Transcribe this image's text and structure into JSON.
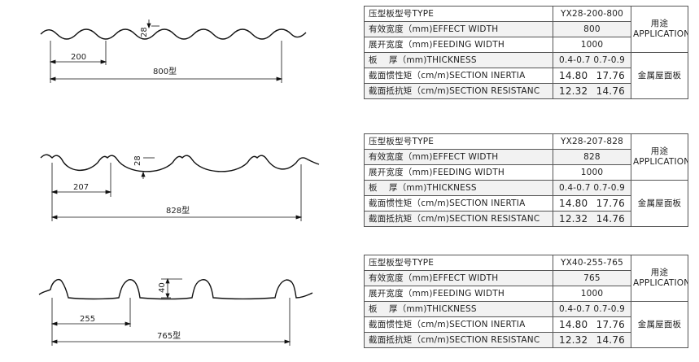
{
  "panels": [
    {
      "drawing": {
        "pitch_label": "200",
        "height_label": "28",
        "width_label": "800型"
      },
      "table": {
        "type_label": "压型板型号TYPE",
        "model": "YX28-200-800",
        "effect_width_label": "有效宽度（mm)EFFECT WIDTH",
        "effect_width": "800",
        "feeding_width_label": "展开宽度（mm)FEEDING WIDTH",
        "feeding_width": "1000",
        "thickness_label": "板　 厚（mm)THICKNESS",
        "thickness_a": "0.4-0.7",
        "thickness_b": "0.7-0.9",
        "inertia_label": "截面惯性矩（cm/m)SECTION INERTIA",
        "inertia_a": "14.80",
        "inertia_b": "17.76",
        "resist_label": "截面抵抗矩（cm/m)SECTION RESISTANC",
        "resist_a": "12.32",
        "resist_b": "14.76",
        "application_cn": "用途",
        "application_en": "APPLICATION",
        "application_value": "金属屋面板"
      }
    },
    {
      "drawing": {
        "pitch_label": "207",
        "height_label": "28",
        "width_label": "828型"
      },
      "table": {
        "type_label": "压型板型号TYPE",
        "model": "YX28-207-828",
        "effect_width_label": "有效宽度（mm)EFFECT WIDTH",
        "effect_width": "828",
        "feeding_width_label": "展开宽度（mm)FEEDING WIDTH",
        "feeding_width": "1000",
        "thickness_label": "板　 厚（mm)THICKNESS",
        "thickness_a": "0.4-0.7",
        "thickness_b": "0.7-0.9",
        "inertia_label": "截面惯性矩（cm/m)SECTION INERTIA",
        "inertia_a": "14.80",
        "inertia_b": "17.76",
        "resist_label": "截面抵抗矩（cm/m)SECTION RESISTANC",
        "resist_a": "12.32",
        "resist_b": "14.76",
        "application_cn": "用途",
        "application_en": "APPLICATION",
        "application_value": "金属屋面板"
      }
    },
    {
      "drawing": {
        "pitch_label": "255",
        "height_label": "40",
        "width_label": "765型"
      },
      "table": {
        "type_label": "压型板型号TYPE",
        "model": "YX40-255-765",
        "effect_width_label": "有效宽度（mm)EFFECT WIDTH",
        "effect_width": "765",
        "feeding_width_label": "展开宽度（mm)FEEDING WIDTH",
        "feeding_width": "1000",
        "thickness_label": "板　 厚（mm)THICKNESS",
        "thickness_a": "0.4-0.7",
        "thickness_b": "0.7-0.9",
        "inertia_label": "截面惯性矩（cm/m)SECTION INERTIA",
        "inertia_a": "14.80",
        "inertia_b": "17.76",
        "resist_label": "截面抵抗矩（cm/m)SECTION RESISTANC",
        "resist_a": "12.32",
        "resist_b": "14.76",
        "application_cn": "用途",
        "application_en": "APPLICATION",
        "application_value": "金属屋面板"
      }
    }
  ]
}
